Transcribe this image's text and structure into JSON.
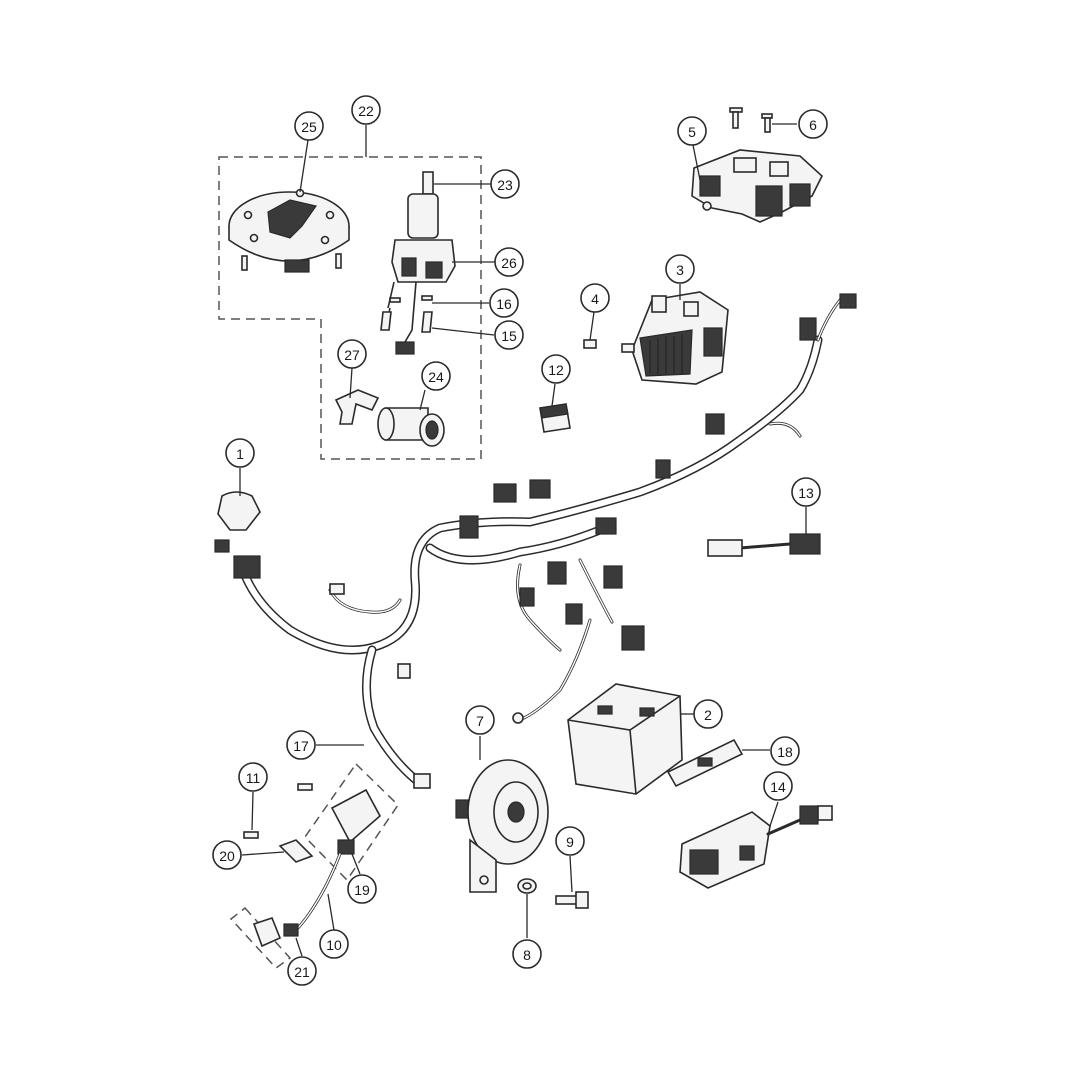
{
  "callouts": {
    "c1": "1",
    "c2": "2",
    "c3": "3",
    "c4": "4",
    "c5": "5",
    "c6": "6",
    "c7": "7",
    "c8": "8",
    "c9": "9",
    "c10": "10",
    "c11": "11",
    "c12": "12",
    "c13": "13",
    "c14": "14",
    "c15": "15",
    "c16": "16",
    "c17": "17",
    "c18": "18",
    "c19": "19",
    "c20": "20",
    "c21": "21",
    "c22": "22",
    "c23": "23",
    "c24": "24",
    "c25": "25",
    "c26": "26",
    "c27": "27"
  },
  "colors": {
    "line": "#2a2a2a",
    "background": "#ffffff"
  }
}
